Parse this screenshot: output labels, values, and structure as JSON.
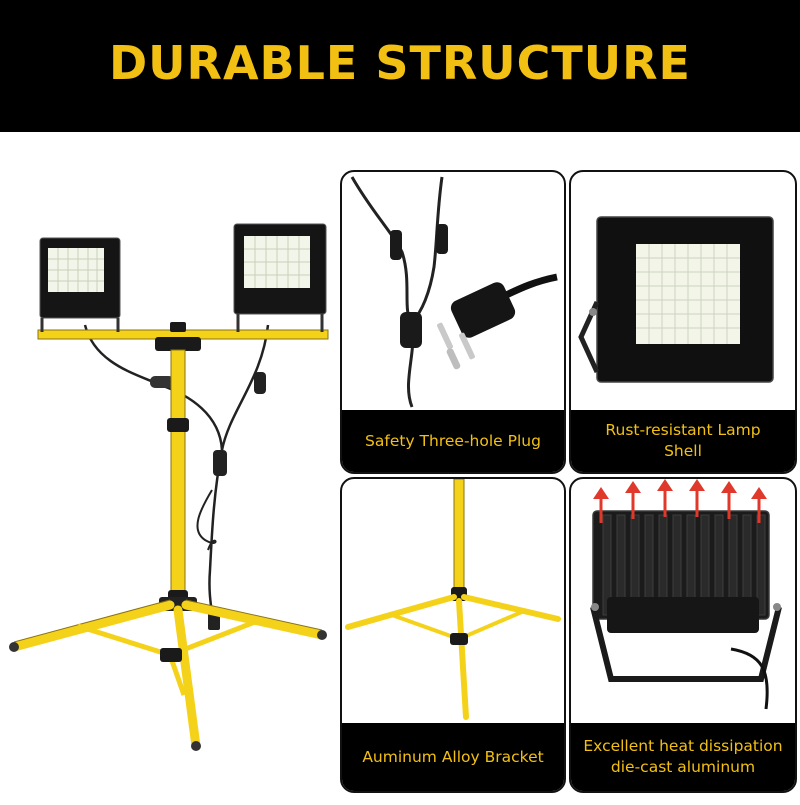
{
  "banner": {
    "title": "DURABLE STRUCTURE"
  },
  "features": {
    "plug": {
      "caption": "Safety Three-hole Plug"
    },
    "shell": {
      "caption": "Rust-resistant Lamp\nShell"
    },
    "bracket": {
      "caption": "Auminum Alloy Bracket"
    },
    "heat": {
      "caption": "Excellent heat dissipation\ndie-cast aluminum"
    }
  },
  "colors": {
    "accent_yellow": "#f2c012",
    "banner_bg": "#000000",
    "stand_yellow": "#f5d21a",
    "heat_arrow": "#e0392b"
  }
}
